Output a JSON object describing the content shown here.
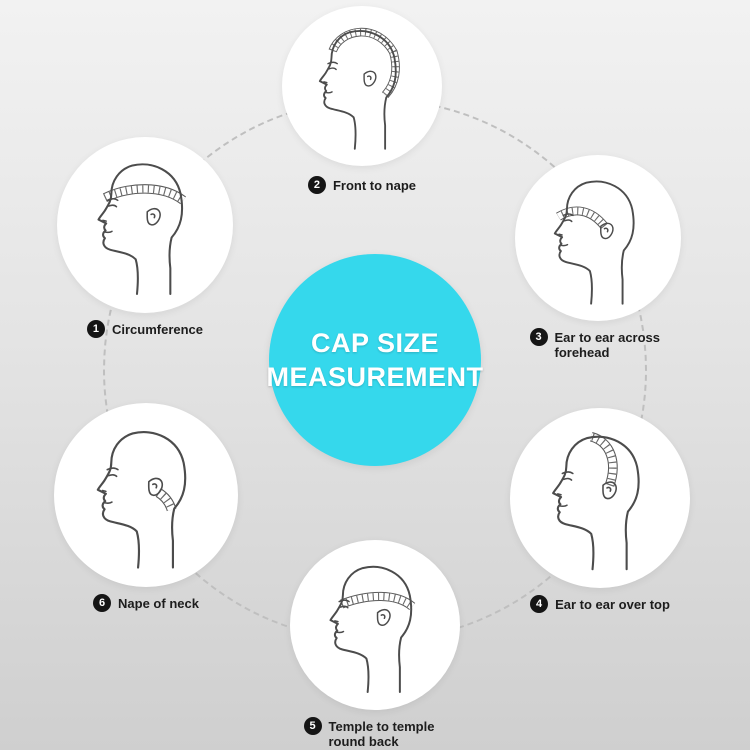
{
  "title": {
    "line1": "CAP SIZE",
    "line2": "MEASUREMENT"
  },
  "colors": {
    "accent": "#35d8ec",
    "badge": "#151515",
    "bubble_fill": "#ffffff",
    "line": "#4c4c4c"
  },
  "measurements": [
    {
      "number": "1",
      "label": "Circumference",
      "variant": "circumference"
    },
    {
      "number": "2",
      "label": "Front to nape",
      "variant": "front-to-nape"
    },
    {
      "number": "3",
      "label": "Ear to ear across forehead",
      "variant": "ear-to-ear-across-forehead"
    },
    {
      "number": "4",
      "label": "Ear to ear over top",
      "variant": "ear-to-ear-over-top"
    },
    {
      "number": "5",
      "label": "Temple to temple round back",
      "variant": "temple-to-temple-round-back"
    },
    {
      "number": "6",
      "label": "Nape of neck",
      "variant": "nape-of-neck"
    }
  ]
}
